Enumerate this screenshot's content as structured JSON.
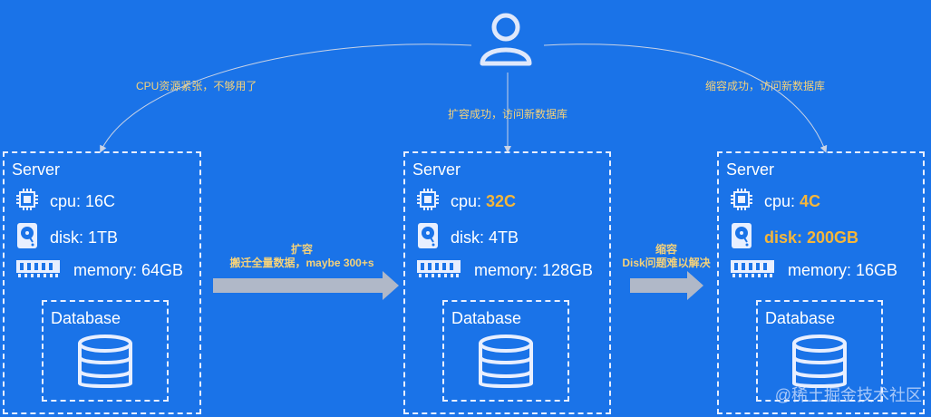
{
  "user_icon": "user-icon",
  "flows": {
    "left": "CPU资源紧张，不够用了",
    "center": "扩容成功，访问新数据库",
    "right": "缩容成功，访问新数据库"
  },
  "arrows": {
    "expand": {
      "line1": "扩容",
      "line2": "搬迁全量数据，maybe 300+s"
    },
    "shrink": {
      "line1": "缩容",
      "line2": "Disk问题难以解决"
    }
  },
  "servers": [
    {
      "title": "Server",
      "cpu": "cpu: 16C",
      "disk": "disk: 1TB",
      "memory": "memory: 64GB",
      "db": "Database"
    },
    {
      "title": "Server",
      "cpu_prefix": "cpu: ",
      "cpu_value": "32C",
      "disk": "disk: 4TB",
      "memory": "memory: 128GB",
      "db": "Database"
    },
    {
      "title": "Server",
      "cpu_prefix": "cpu: ",
      "cpu_value": "4C",
      "disk": "disk: 200GB",
      "memory": "memory: 16GB",
      "db": "Database"
    }
  ],
  "colors": {
    "background": "#1a73e8",
    "highlight": "#f5b63a",
    "arrow": "#b0b8c8"
  },
  "watermark": "@稀土掘金技术社区"
}
